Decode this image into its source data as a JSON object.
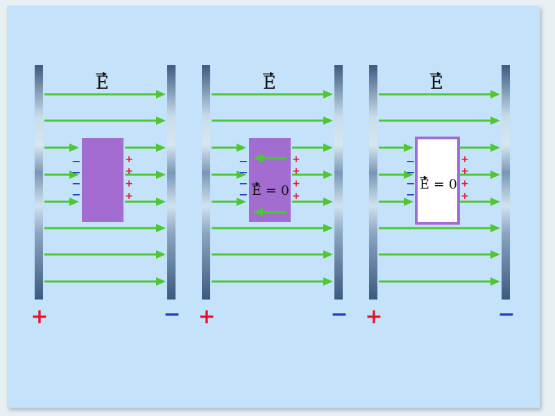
{
  "field_symbol": "E",
  "zero_field_label": "E = 0",
  "plate_signs": {
    "positive": "+",
    "negative": "−"
  },
  "induced_charge_signs": {
    "left": "−",
    "right": "+"
  },
  "colors": {
    "background": "#c4e2f9",
    "field_line": "#4cc832",
    "plate": "#3c5a80",
    "positive": "#e8102c",
    "negative": "#1f3fc0",
    "conductor": "#a36cd0"
  },
  "panels": [
    {
      "conductor": "solid",
      "shows_internal_field_lines": false,
      "shows_zero_label": false
    },
    {
      "conductor": "solid",
      "shows_internal_field_lines": true,
      "shows_zero_label": true
    },
    {
      "conductor": "hollow",
      "shows_internal_field_lines": false,
      "shows_zero_label": true
    }
  ]
}
